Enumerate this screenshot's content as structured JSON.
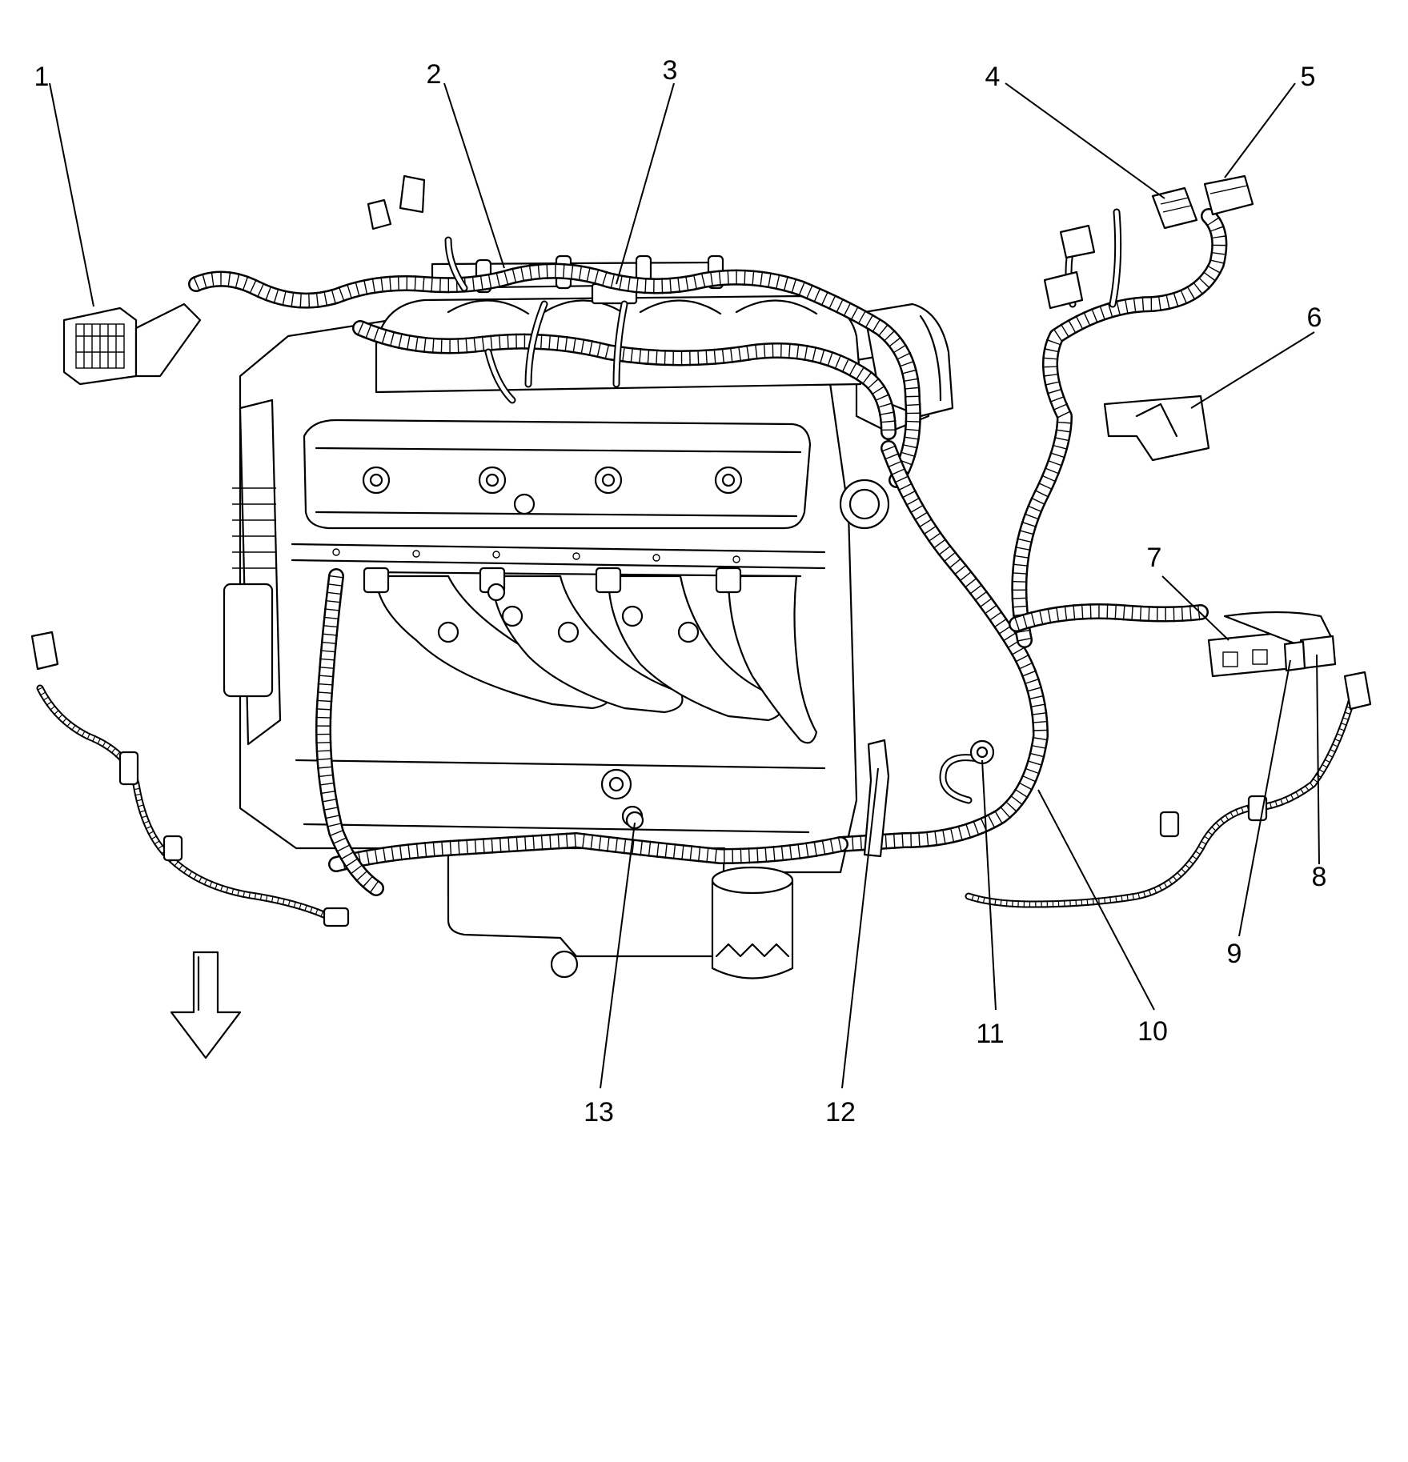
{
  "callouts": [
    {
      "id": "1",
      "label": "1"
    },
    {
      "id": "2",
      "label": "2"
    },
    {
      "id": "3",
      "label": "3"
    },
    {
      "id": "4",
      "label": "4"
    },
    {
      "id": "5",
      "label": "5"
    },
    {
      "id": "6",
      "label": "6"
    },
    {
      "id": "7",
      "label": "7"
    },
    {
      "id": "8",
      "label": "8"
    },
    {
      "id": "9",
      "label": "9"
    },
    {
      "id": "10",
      "label": "10"
    },
    {
      "id": "11",
      "label": "11"
    },
    {
      "id": "12",
      "label": "12"
    },
    {
      "id": "13",
      "label": "13"
    }
  ],
  "icons": {
    "direction_arrow": "arrow-down-icon"
  }
}
